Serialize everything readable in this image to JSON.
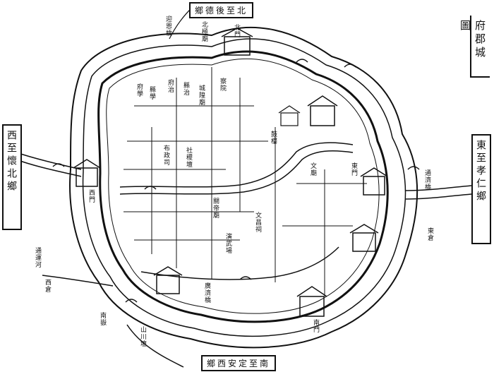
{
  "map_title": "府郡城圖",
  "directions": {
    "north": "鄉德後至北",
    "south": "鄉西安定至南",
    "west": "西至懷北鄉",
    "east": "東至孝仁鄉"
  },
  "places": [
    {
      "key": "p1",
      "text": "迎恩橋"
    },
    {
      "key": "p2",
      "text": "北極廟"
    },
    {
      "key": "p3",
      "text": "通濟橋"
    },
    {
      "key": "p4",
      "text": "東倉"
    },
    {
      "key": "p5",
      "text": "通運河"
    },
    {
      "key": "p6",
      "text": "西倉"
    },
    {
      "key": "p7",
      "text": "南嶽"
    },
    {
      "key": "p8",
      "text": "山川壇"
    },
    {
      "key": "p9",
      "text": "府學"
    },
    {
      "key": "p10",
      "text": "縣學"
    },
    {
      "key": "p11",
      "text": "府治"
    },
    {
      "key": "p12",
      "text": "縣治"
    },
    {
      "key": "p13",
      "text": "城隍廟"
    },
    {
      "key": "p14",
      "text": "察院"
    },
    {
      "key": "p15",
      "text": "布政司"
    },
    {
      "key": "p16",
      "text": "社稷壇"
    },
    {
      "key": "p17",
      "text": "東門"
    },
    {
      "key": "p18",
      "text": "西門"
    },
    {
      "key": "p19",
      "text": "南門"
    },
    {
      "key": "p20",
      "text": "北門"
    },
    {
      "key": "p21",
      "text": "鼓樓"
    },
    {
      "key": "p22",
      "text": "關帝廟"
    },
    {
      "key": "p23",
      "text": "文昌祠"
    },
    {
      "key": "p24",
      "text": "演武場"
    },
    {
      "key": "p25",
      "text": "文廟"
    },
    {
      "key": "p26",
      "text": "廣濟橋"
    }
  ],
  "colors": {
    "ink": "#111111",
    "paper": "#ffffff"
  }
}
